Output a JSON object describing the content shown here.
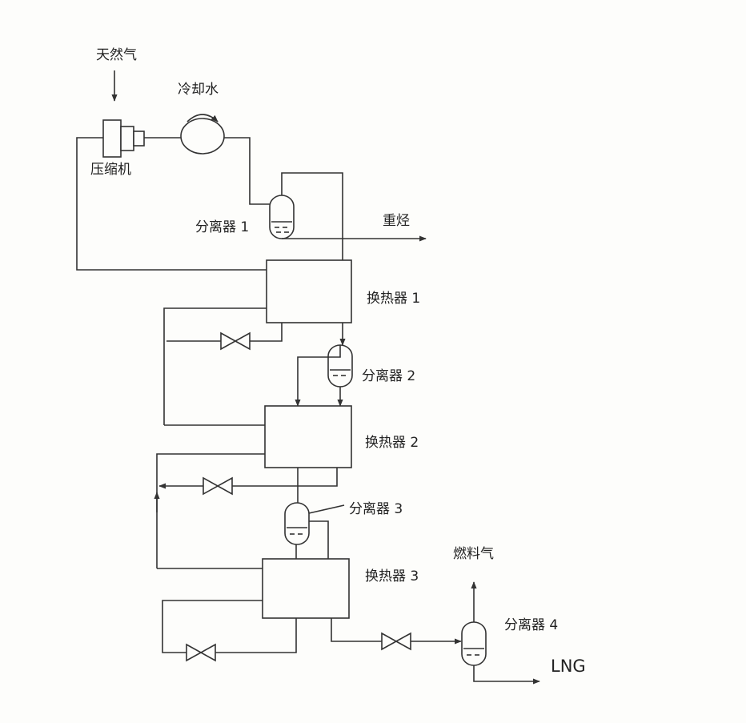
{
  "inputs": {
    "natural_gas": "天然气",
    "cooling_water": "冷却水"
  },
  "equipment": {
    "compressor": "压缩机",
    "separator1": "分离器 1",
    "separator2": "分离器 2",
    "separator3": "分离器 3",
    "separator4": "分离器 4",
    "exchanger1": "换热器 1",
    "exchanger2": "换热器 2",
    "exchanger3": "换热器 3"
  },
  "outputs": {
    "heavy_hydrocarbons": "重烃",
    "fuel_gas": "燃料气",
    "lng": "LNG"
  }
}
